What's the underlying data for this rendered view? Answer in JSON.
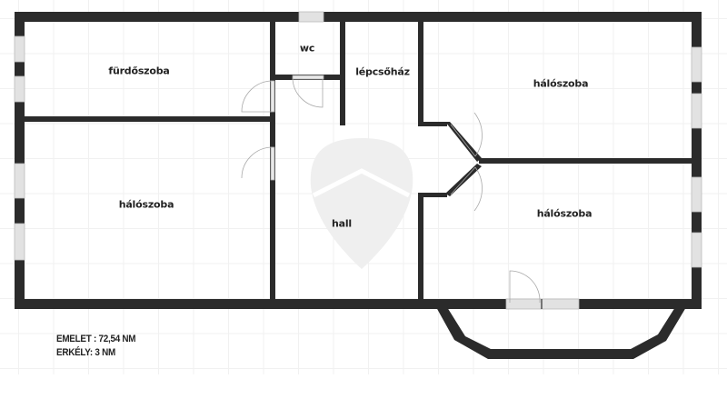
{
  "rooms": {
    "bathroom": "fürdőszoba",
    "wc": "wc",
    "stairwell": "lépcsőház",
    "bedroom_top_right": "hálószoba",
    "bedroom_left": "hálószoba",
    "hall": "hall",
    "bedroom_bottom_right": "hálószoba"
  },
  "legend": {
    "floor_area": "EMELET : 72,54 NM",
    "balcony_area": "ERKÉLY: 3 NM"
  },
  "colors": {
    "wall": "#2b2b2b",
    "window": "#d8d8d8",
    "watermark": "#efefef"
  }
}
